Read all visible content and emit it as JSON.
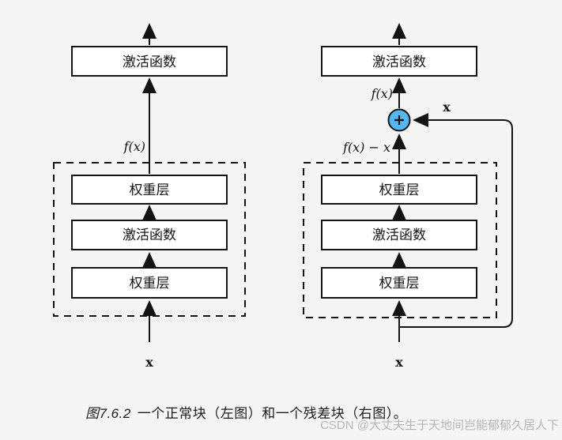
{
  "colors": {
    "background": "#f5f5f5",
    "line": "#141414",
    "box_fill_white": "#ffffff",
    "box_fill_blue": "#c1e0fa",
    "circle_fill": "#55b6f2",
    "watermark": "#b5b5b5"
  },
  "left_diagram": {
    "name": "normal-block",
    "top_box_label": "激活函数",
    "output_label": "f(x)",
    "inner_boxes": [
      "权重层",
      "激活函数",
      "权重层"
    ],
    "input_label": "x"
  },
  "right_diagram": {
    "name": "residual-block",
    "top_box_label": "激活函数",
    "output_label": "f(x)",
    "residual_branch_label": "f(x) − x",
    "skip_connection_label": "x",
    "sum_operator": "+",
    "inner_boxes": [
      "权重层",
      "激活函数",
      "权重层"
    ],
    "input_label": "x"
  },
  "caption": {
    "figure_number": "图7.6.2",
    "text": "一个正常块（左图）和一个残差块（右图）。"
  },
  "watermark": "CSDN @大丈夫生于天地间岂能郁郁久居人下"
}
